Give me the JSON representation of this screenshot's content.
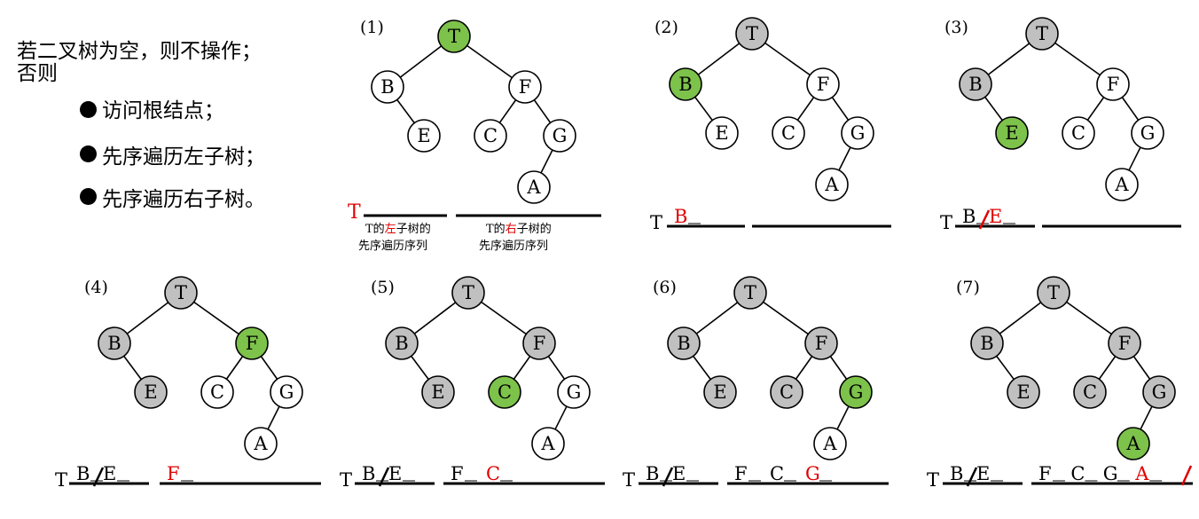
{
  "intro": {
    "line1": "若二叉树为空，则不操作；",
    "line2": "否则",
    "bullets": [
      "访问根结点；",
      "先序遍历左子树；",
      "先序遍历右子树。"
    ]
  },
  "colors": {
    "current": "#7dc24b",
    "visited": "#c0c0c0",
    "unvisited": "#ffffff",
    "accent_red": "#e00000"
  },
  "node_labels": [
    "T",
    "B",
    "F",
    "E",
    "C",
    "G",
    "A"
  ],
  "legend": {
    "root": "T",
    "left_pre": "T的",
    "left_red": "左",
    "left_post": "子树的",
    "right_pre": "T的",
    "right_red": "右",
    "right_post": "子树的",
    "caption": "先序遍历序列"
  },
  "steps": [
    {
      "label": "(1)",
      "current": "T",
      "visited": [],
      "seq_t": "T",
      "seq_t_red": true,
      "left_letters": [],
      "right_letters": []
    },
    {
      "label": "(2)",
      "current": "B",
      "visited": [
        "T"
      ],
      "seq_t": "T",
      "seq_t_red": false,
      "left_letters": [
        {
          "t": "B",
          "red": true
        }
      ],
      "right_letters": []
    },
    {
      "label": "(3)",
      "current": "E",
      "visited": [
        "T",
        "B"
      ],
      "seq_t": "T",
      "seq_t_red": false,
      "left_letters": [
        {
          "t": "B",
          "red": false
        },
        {
          "t": "E",
          "red": true
        }
      ],
      "right_letters": []
    },
    {
      "label": "(4)",
      "current": "F",
      "visited": [
        "T",
        "B",
        "E"
      ],
      "seq_t": "T",
      "seq_t_red": false,
      "left_letters": [
        {
          "t": "B",
          "red": false
        },
        {
          "t": "E",
          "red": false
        }
      ],
      "right_letters": [
        {
          "t": "F",
          "red": true
        }
      ]
    },
    {
      "label": "(5)",
      "current": "C",
      "visited": [
        "T",
        "B",
        "E",
        "F"
      ],
      "seq_t": "T",
      "seq_t_red": false,
      "left_letters": [
        {
          "t": "B",
          "red": false
        },
        {
          "t": "E",
          "red": false
        }
      ],
      "right_letters": [
        {
          "t": "F",
          "red": false
        },
        {
          "t": "C",
          "red": true
        }
      ]
    },
    {
      "label": "(6)",
      "current": "G",
      "visited": [
        "T",
        "B",
        "E",
        "F",
        "C"
      ],
      "seq_t": "T",
      "seq_t_red": false,
      "left_letters": [
        {
          "t": "B",
          "red": false
        },
        {
          "t": "E",
          "red": false
        }
      ],
      "right_letters": [
        {
          "t": "F",
          "red": false
        },
        {
          "t": "C",
          "red": false
        },
        {
          "t": "G",
          "red": true
        }
      ]
    },
    {
      "label": "(7)",
      "current": "A",
      "visited": [
        "T",
        "B",
        "E",
        "F",
        "C",
        "G"
      ],
      "seq_t": "T",
      "seq_t_red": false,
      "left_letters": [
        {
          "t": "B",
          "red": false
        },
        {
          "t": "E",
          "red": false
        }
      ],
      "right_letters": [
        {
          "t": "F",
          "red": false
        },
        {
          "t": "C",
          "red": false
        },
        {
          "t": "G",
          "red": false
        },
        {
          "t": "A",
          "red": true
        }
      ]
    }
  ]
}
